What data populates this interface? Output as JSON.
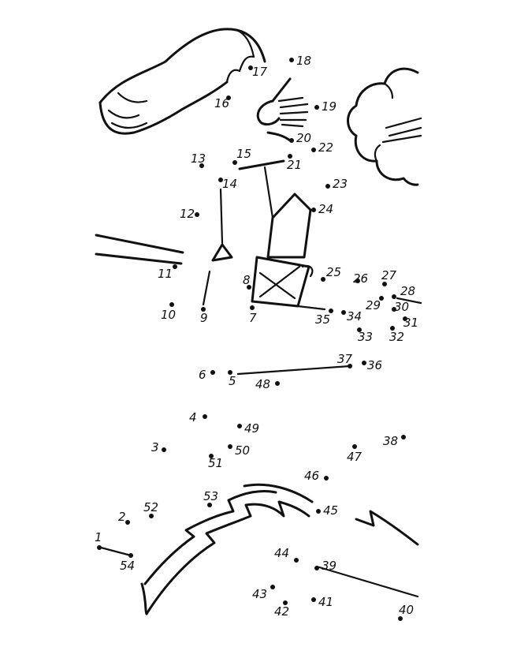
{
  "puzzle": {
    "dots": [
      {
        "n": "1"
      },
      {
        "n": "2"
      },
      {
        "n": "3"
      },
      {
        "n": "4"
      },
      {
        "n": "5"
      },
      {
        "n": "6"
      },
      {
        "n": "7"
      },
      {
        "n": "8"
      },
      {
        "n": "9"
      },
      {
        "n": "10"
      },
      {
        "n": "11"
      },
      {
        "n": "12"
      },
      {
        "n": "13"
      },
      {
        "n": "14"
      },
      {
        "n": "15"
      },
      {
        "n": "16"
      },
      {
        "n": "17"
      },
      {
        "n": "18"
      },
      {
        "n": "19"
      },
      {
        "n": "20"
      },
      {
        "n": "21"
      },
      {
        "n": "22"
      },
      {
        "n": "23"
      },
      {
        "n": "24"
      },
      {
        "n": "25"
      },
      {
        "n": "26"
      },
      {
        "n": "27"
      },
      {
        "n": "28"
      },
      {
        "n": "29"
      },
      {
        "n": "30"
      },
      {
        "n": "31"
      },
      {
        "n": "32"
      },
      {
        "n": "33"
      },
      {
        "n": "34"
      },
      {
        "n": "35"
      },
      {
        "n": "36"
      },
      {
        "n": "37"
      },
      {
        "n": "38"
      },
      {
        "n": "39"
      },
      {
        "n": "40"
      },
      {
        "n": "41"
      },
      {
        "n": "42"
      },
      {
        "n": "43"
      },
      {
        "n": "44"
      },
      {
        "n": "45"
      },
      {
        "n": "46"
      },
      {
        "n": "47"
      },
      {
        "n": "48"
      },
      {
        "n": "49"
      },
      {
        "n": "50"
      },
      {
        "n": "51"
      },
      {
        "n": "52"
      },
      {
        "n": "53"
      },
      {
        "n": "54"
      }
    ]
  }
}
